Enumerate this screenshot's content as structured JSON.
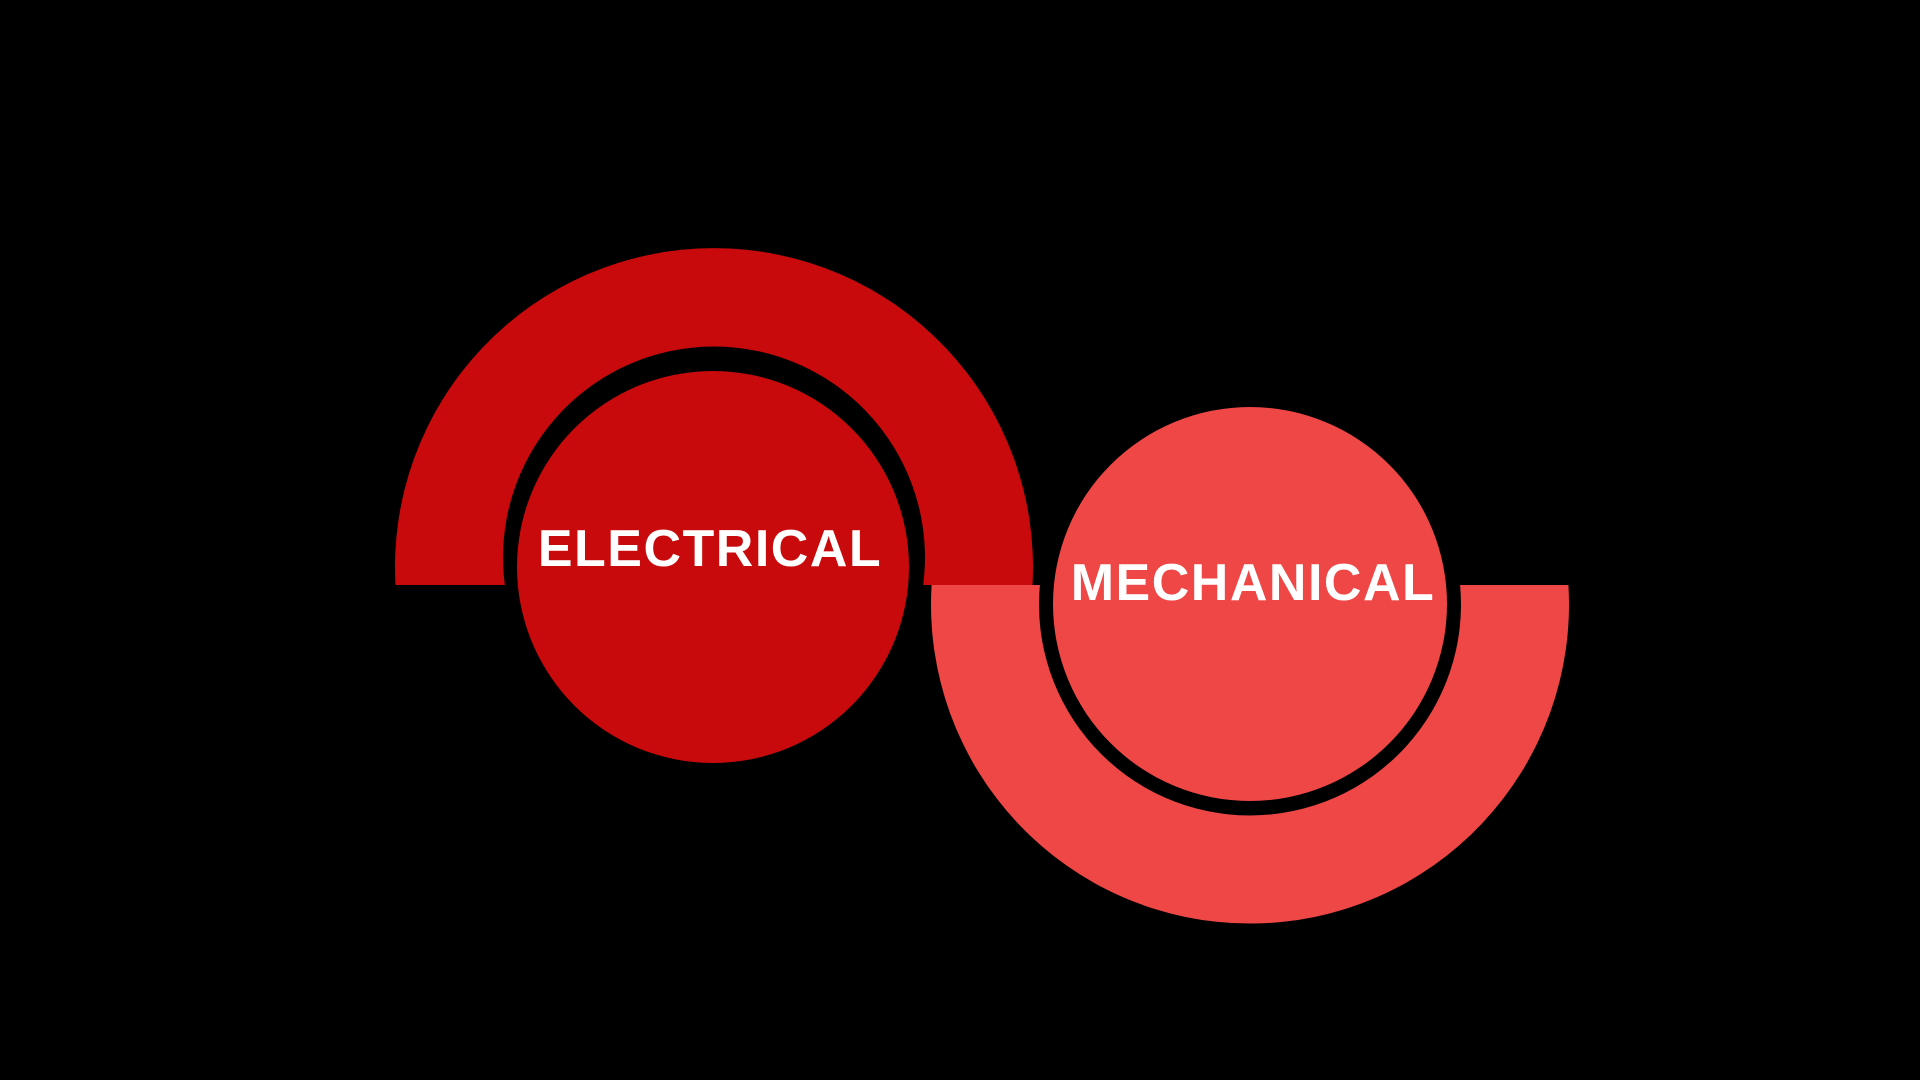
{
  "page": {
    "background": "#000000"
  },
  "diagram": {
    "type": "s-curve-process-infographic",
    "colors": {
      "background": "#000000",
      "electrical": "#C80A0C",
      "mechanical": "#EE4746",
      "label_text": "#FFFFFF"
    },
    "nodes": [
      {
        "id": "electrical",
        "label": "ELECTRICAL",
        "color": "#C80A0C"
      },
      {
        "id": "mechanical",
        "label": "MECHANICAL",
        "color": "#EE4746"
      }
    ]
  }
}
